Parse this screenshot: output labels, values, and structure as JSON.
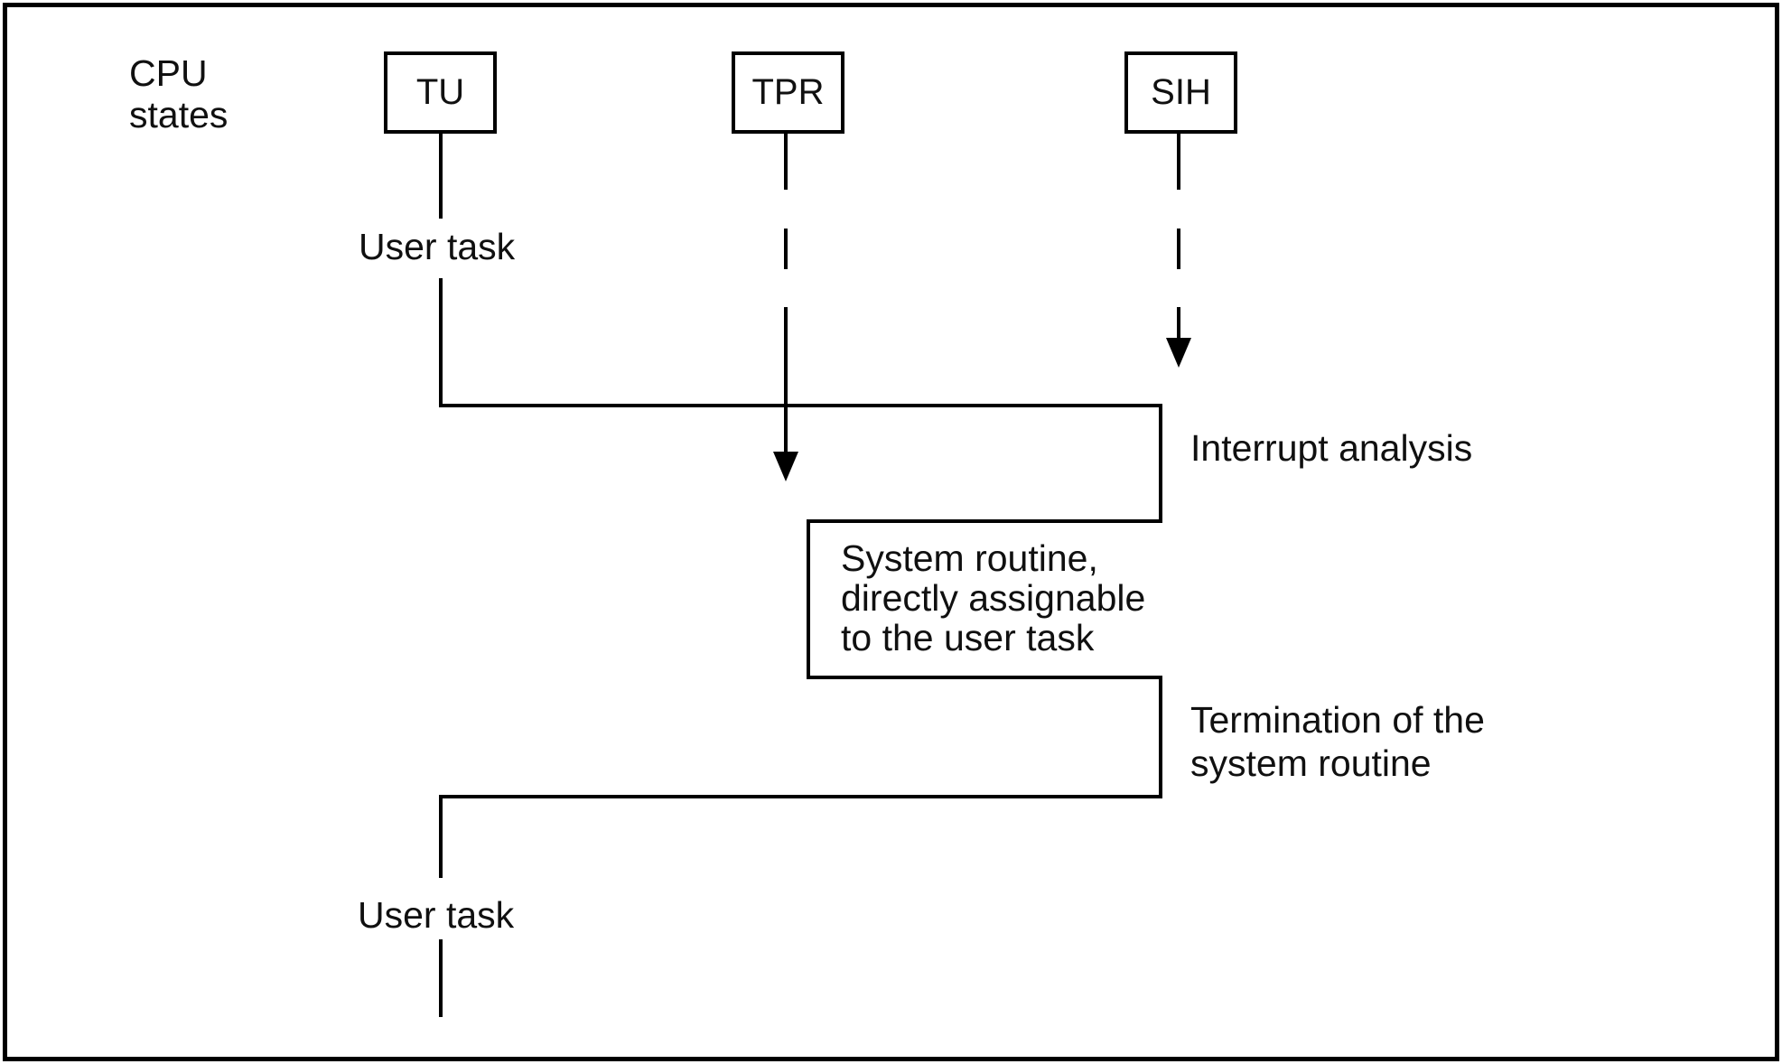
{
  "figure": {
    "type": "cpu-state-transition-diagram",
    "background_color": "#ffffff",
    "line_color": "#000000",
    "text_color": "#101010"
  },
  "axis_label": {
    "line1": "CPU",
    "line2": "states"
  },
  "state_boxes": [
    {
      "label": "TU"
    },
    {
      "label": "TPR"
    },
    {
      "label": "SIH"
    }
  ],
  "annotations": {
    "user_task_top": "User task",
    "interrupt_analysis": "Interrupt analysis",
    "system_routine_line1": "System routine,",
    "system_routine_line2": "directly assignable",
    "system_routine_line3": "to the user task",
    "termination_line1": "Termination of the",
    "termination_line2": "system routine",
    "user_task_bottom": "User task"
  }
}
